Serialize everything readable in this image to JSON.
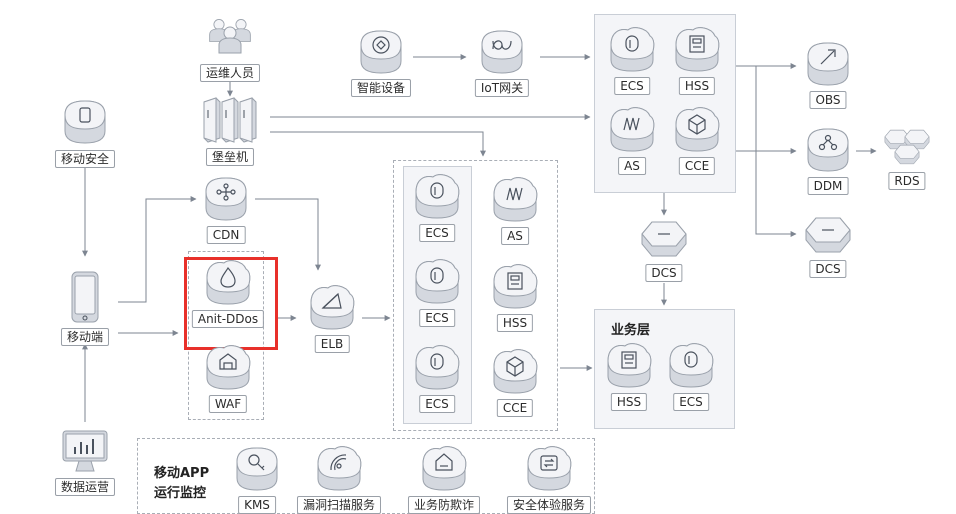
{
  "colors": {
    "accent": "#e8302a",
    "line": "#7d8591",
    "icon_top": "#f3f4f7",
    "icon_side": "#d4d8df",
    "icon_stroke": "#9aa1ab",
    "glyph": "#4a525e"
  },
  "nodes": {
    "ops_staff": "运维人员",
    "bastion": "堡垒机",
    "mobile_security": "移动安全",
    "mobile_client": "移动端",
    "data_ops": "数据运营",
    "cdn": "CDN",
    "anti_ddos": "Anit-DDos",
    "waf": "WAF",
    "elb": "ELB",
    "smart_device": "智能设备",
    "iot_gateway": "IoT网关",
    "iot_ecs": "ECS",
    "iot_hss": "HSS",
    "iot_as": "AS",
    "iot_cce": "CCE",
    "dcs_mid": "DCS",
    "obs": "OBS",
    "ddm": "DDM",
    "rds": "RDS",
    "dcs_right": "DCS",
    "app_ecs_1": "ECS",
    "app_ecs_2": "ECS",
    "app_ecs_3": "ECS",
    "app_as": "AS",
    "app_hss": "HSS",
    "app_cce": "CCE",
    "biz_hss": "HSS",
    "biz_ecs": "ECS",
    "kms": "KMS",
    "vuln_scan": "漏洞扫描服务",
    "biz_anti_fraud": "业务防欺诈",
    "security_experience": "安全体验服务"
  },
  "sections": {
    "business_layer": "业务层",
    "monitoring_line1": "移动APP",
    "monitoring_line2": "运行监控"
  }
}
